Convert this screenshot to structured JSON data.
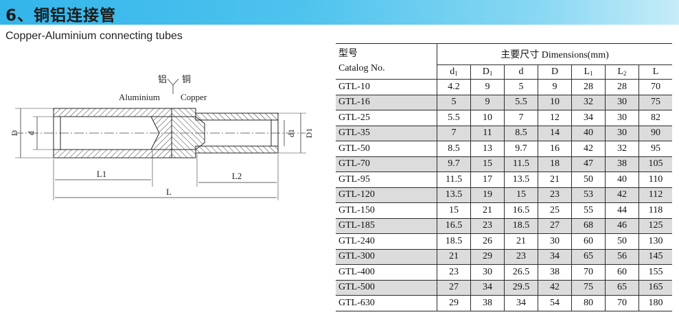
{
  "title": "6、铜铝连接管",
  "subtitle": "Copper-Aluminium connecting tubes",
  "diagram": {
    "label_al_cn": "铝",
    "label_cu_cn": "铜",
    "label_al_en": "Aluminium",
    "label_cu_en": "Copper",
    "dim_D": "D",
    "dim_d": "d",
    "dim_d1": "d1",
    "dim_D1": "D1",
    "dim_L1": "L1",
    "dim_L2": "L2",
    "dim_L": "L"
  },
  "table": {
    "catalog_cn": "型号",
    "catalog_en": "Catalog No.",
    "dims_header": "主要尺寸 Dimensions(mm)",
    "columns": [
      {
        "base": "d",
        "sub": "1"
      },
      {
        "base": "D",
        "sub": "1"
      },
      {
        "base": "d",
        "sub": ""
      },
      {
        "base": "D",
        "sub": ""
      },
      {
        "base": "L",
        "sub": "1"
      },
      {
        "base": "L",
        "sub": "2"
      },
      {
        "base": "L",
        "sub": ""
      }
    ],
    "rows": [
      {
        "model": "GTL-10",
        "values": [
          "4.2",
          "9",
          "5",
          "9",
          "28",
          "28",
          "70"
        ]
      },
      {
        "model": "GTL-16",
        "values": [
          "5",
          "9",
          "5.5",
          "10",
          "32",
          "30",
          "75"
        ]
      },
      {
        "model": "GTL-25",
        "values": [
          "5.5",
          "10",
          "7",
          "12",
          "34",
          "30",
          "82"
        ]
      },
      {
        "model": "GTL-35",
        "values": [
          "7",
          "11",
          "8.5",
          "14",
          "40",
          "30",
          "90"
        ]
      },
      {
        "model": "GTL-50",
        "values": [
          "8.5",
          "13",
          "9.7",
          "16",
          "42",
          "32",
          "95"
        ]
      },
      {
        "model": "GTL-70",
        "values": [
          "9.7",
          "15",
          "11.5",
          "18",
          "47",
          "38",
          "105"
        ]
      },
      {
        "model": "GTL-95",
        "values": [
          "11.5",
          "17",
          "13.5",
          "21",
          "50",
          "40",
          "110"
        ]
      },
      {
        "model": "GTL-120",
        "values": [
          "13.5",
          "19",
          "15",
          "23",
          "53",
          "42",
          "112"
        ]
      },
      {
        "model": "GTL-150",
        "values": [
          "15",
          "21",
          "16.5",
          "25",
          "55",
          "44",
          "118"
        ]
      },
      {
        "model": "GTL-185",
        "values": [
          "16.5",
          "23",
          "18.5",
          "27",
          "68",
          "46",
          "125"
        ]
      },
      {
        "model": "GTL-240",
        "values": [
          "18.5",
          "26",
          "21",
          "30",
          "60",
          "50",
          "130"
        ]
      },
      {
        "model": "GTL-300",
        "values": [
          "21",
          "29",
          "23",
          "34",
          "65",
          "56",
          "145"
        ]
      },
      {
        "model": "GTL-400",
        "values": [
          "23",
          "30",
          "26.5",
          "38",
          "70",
          "60",
          "155"
        ]
      },
      {
        "model": "GTL-500",
        "values": [
          "27",
          "34",
          "29.5",
          "42",
          "75",
          "65",
          "165"
        ]
      },
      {
        "model": "GTL-630",
        "values": [
          "29",
          "38",
          "34",
          "54",
          "80",
          "70",
          "180"
        ]
      }
    ]
  },
  "colors": {
    "title_bar_start": "#33b5ea",
    "title_bar_end": "#c6ecf8",
    "row_shade": "#dcdcdc"
  }
}
